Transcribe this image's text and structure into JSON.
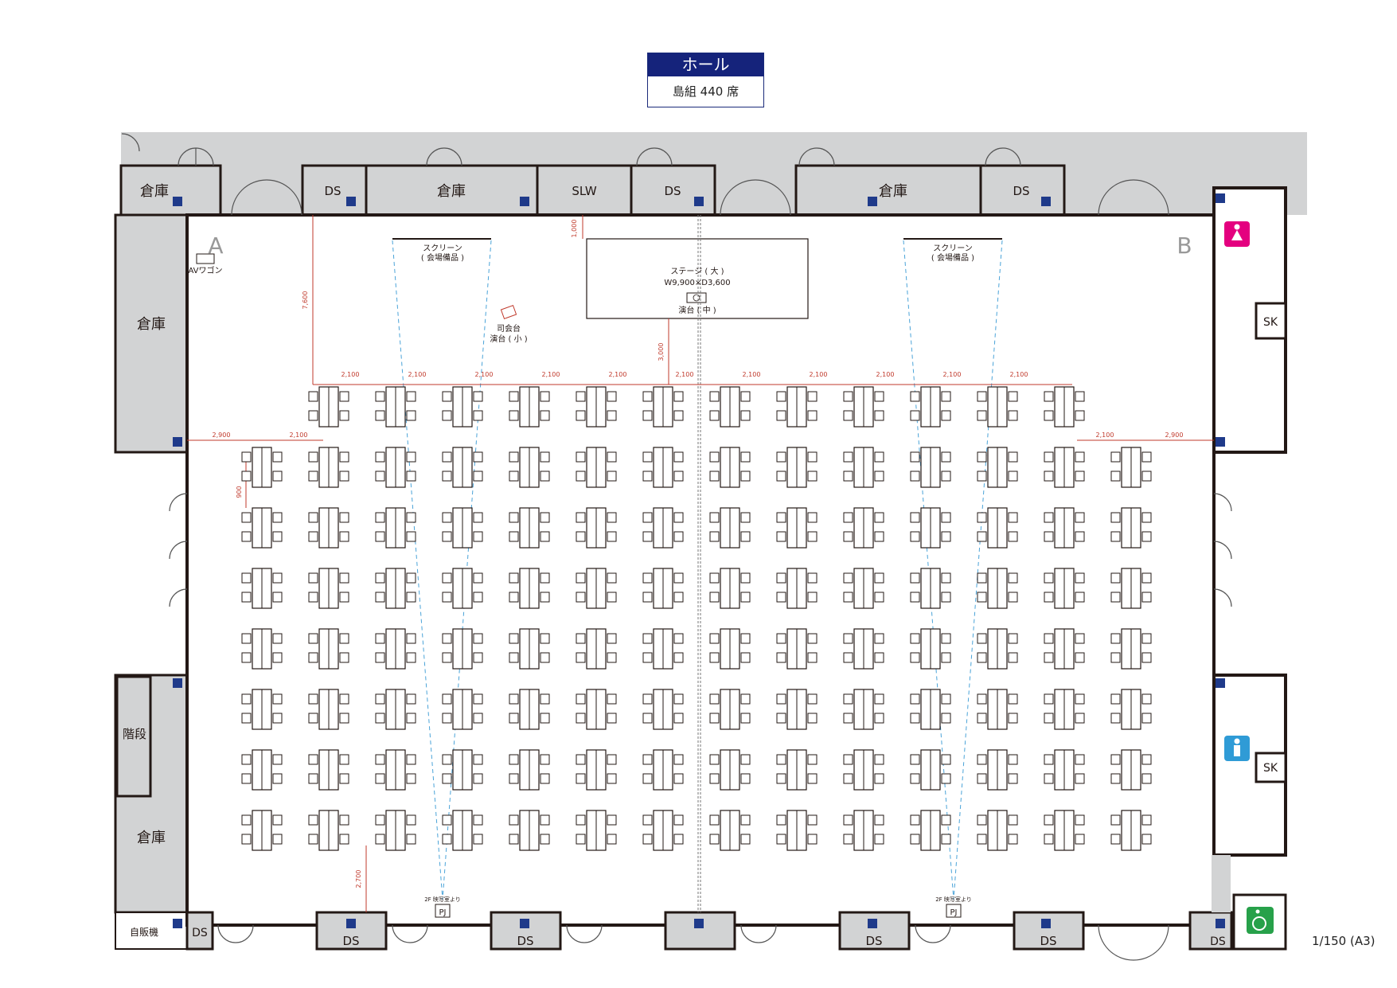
{
  "header": {
    "title": "ホール",
    "subtitle": "島組 440 席"
  },
  "scale": "1/150 (A3)",
  "colors": {
    "header": "#15237b",
    "wall": "#d2d3d4",
    "dimension": "#c0392b",
    "projection": "#4aa3d8",
    "marker": "#1f3a8a",
    "female": "#e4007f",
    "male": "#2f9bd6",
    "accessible": "#27a14a"
  },
  "rooms": {
    "store_nw": "倉庫",
    "ds_1": "DS",
    "store_n1": "倉庫",
    "slw": "SLW",
    "ds_2": "DS",
    "store_n2": "倉庫",
    "ds_3": "DS",
    "store_w1": "倉庫",
    "stairs": "階段",
    "store_w2": "倉庫",
    "vending": "自販機",
    "ds_sw": "DS",
    "ds_b1": "DS",
    "ds_b2": "DS",
    "ds_b3": "DS",
    "ds_b4": "DS",
    "ds_se": "DS",
    "sk_1": "SK",
    "sk_2": "SK"
  },
  "zones": {
    "a": "A",
    "b": "B"
  },
  "stage": {
    "name": "ステージ ( 大 )",
    "size": "W9,900×D3,600",
    "lectern": "演台 ( 中 )"
  },
  "screen_left": {
    "line1": "スクリーン",
    "line2": "( 会場備品 )"
  },
  "screen_right": {
    "line1": "スクリーン",
    "line2": "( 会場備品 )"
  },
  "av_wagon": "AVワゴン",
  "mc": {
    "line1": "司会台",
    "line2": "演台 ( 小 )"
  },
  "projector_left": {
    "label": "PJ",
    "note": "2F 映写室より"
  },
  "projector_right": {
    "label": "PJ",
    "note": "2F 映写室より"
  },
  "dimensions": {
    "stage_gap": "1,000",
    "front_left": "7,600",
    "stage_front": "3,000",
    "col_pitch": "2,100",
    "side_left": "2,900",
    "side_right": "2,900",
    "row_pitch": "900",
    "rear": "2,700"
  },
  "seating": {
    "front_row_islands": 12,
    "grid_rows": 7,
    "grid_columns": 14,
    "seats_per_island": 4
  }
}
